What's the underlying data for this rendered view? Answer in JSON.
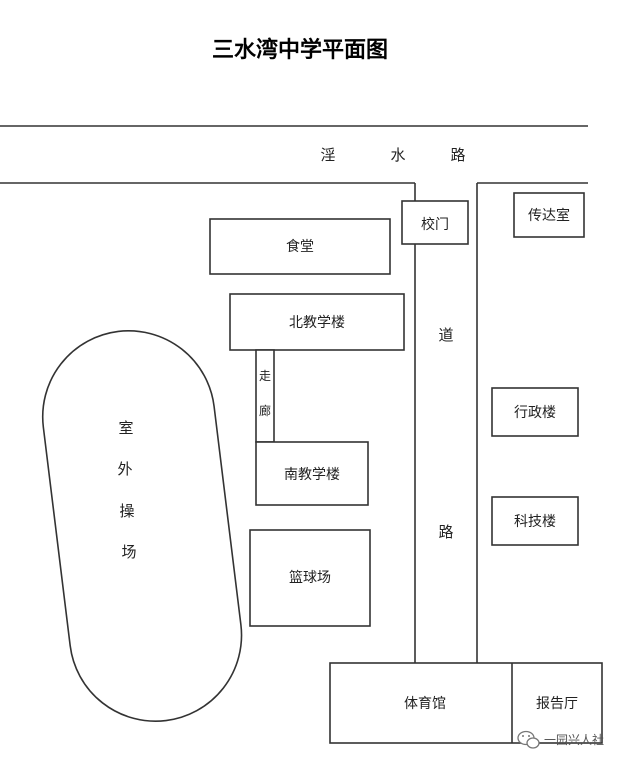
{
  "title": "三水湾中学平面图",
  "street": {
    "chars": [
      "淫",
      "水",
      "路"
    ]
  },
  "road": {
    "chars_top": [
      "道"
    ],
    "chars_bottom": [
      "路"
    ]
  },
  "buildings": {
    "gate": "校门",
    "guard_room": "传达室",
    "canteen": "食堂",
    "north_building": "北教学楼",
    "corridor": [
      "走",
      "廊"
    ],
    "south_building": "南教学楼",
    "basketball": "篮球场",
    "admin": "行政楼",
    "science": "科技楼",
    "gym": "体育馆",
    "hall": "报告厅"
  },
  "field": {
    "chars": [
      "室",
      "外",
      "操",
      "场"
    ]
  },
  "watermark": {
    "text": "一园兴人社",
    "icon": "wechat-icon"
  }
}
